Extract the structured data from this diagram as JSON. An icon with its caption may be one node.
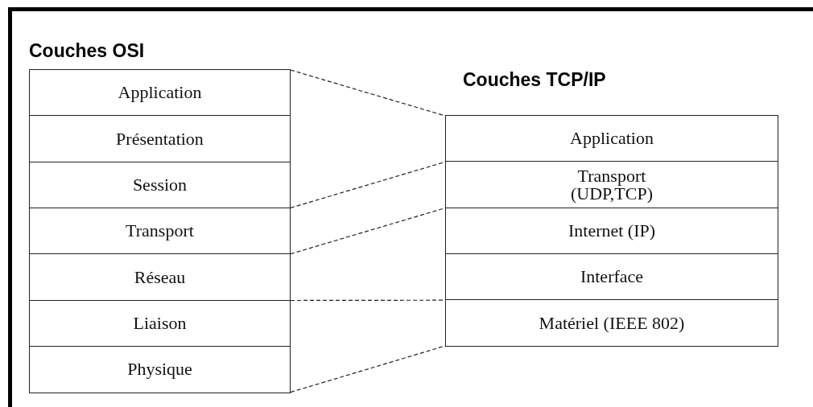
{
  "diagram": {
    "nodes": [
      {
        "text": [
          "Couches OSI"
        ]
      },
      {
        "text": [
          "Application"
        ],
        "in": 0
      },
      {
        "text": [
          "Présentation"
        ],
        "in": 0
      },
      {
        "text": [
          "Session"
        ],
        "in": 0
      },
      {
        "text": [
          "Transport"
        ],
        "in": 0
      },
      {
        "text": [
          "Réseau"
        ],
        "in": 0
      },
      {
        "text": [
          "Liaison"
        ],
        "in": 0
      },
      {
        "text": [
          "Physique"
        ],
        "in": 0
      },
      {
        "text": [
          "Couches TCP/IP"
        ]
      },
      {
        "text": [
          "Application"
        ],
        "in": 8
      },
      {
        "text": [
          "Transport (UDP,TCP)"
        ],
        "in": 8
      },
      {
        "text": [
          "Internet (IP)"
        ],
        "in": 8
      },
      {
        "text": [
          "Interface"
        ],
        "in": 8
      },
      {
        "text": [
          "Matériel (IEEE 802)"
        ],
        "in": 8
      }
    ],
    "edges": [
      {
        "from": 1,
        "to": 9,
        "arrow": "none",
        "style": "dashed"
      },
      {
        "from": 3,
        "to": 10,
        "arrow": "none",
        "style": "dashed"
      },
      {
        "from": 4,
        "to": 11,
        "arrow": "none",
        "style": "dashed"
      },
      {
        "from": 6,
        "to": 13,
        "arrow": "none",
        "style": "dashed"
      },
      {
        "from": 7,
        "to": 13,
        "arrow": "none",
        "style": "dashed"
      }
    ]
  }
}
